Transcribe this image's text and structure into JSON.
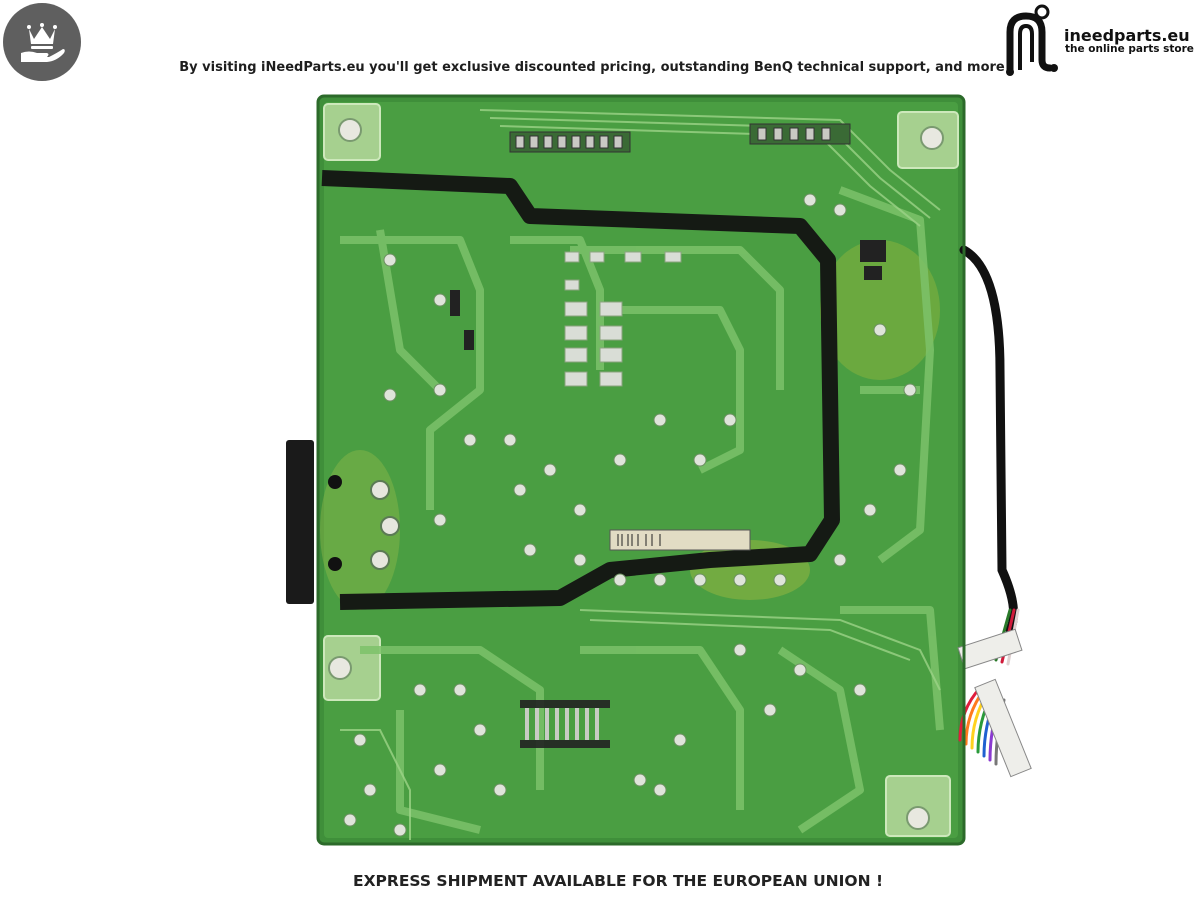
{
  "header": {
    "badge_icon": "crown-in-hand-icon",
    "tagline": "By visiting iNeedParts.eu you'll get exclusive discounted pricing, outstanding BenQ technical support, and more"
  },
  "logo": {
    "icon": "circuit-n-icon",
    "name": "ineedparts.eu",
    "subtitle": "the online parts store"
  },
  "photo": {
    "subject": "green power supply circuit board (solder side) with wire harness",
    "board_color": "#3f8f3a"
  },
  "footer": {
    "text": "EXPRESS SHIPMENT AVAILABLE FOR THE EUROPEAN UNION !"
  }
}
